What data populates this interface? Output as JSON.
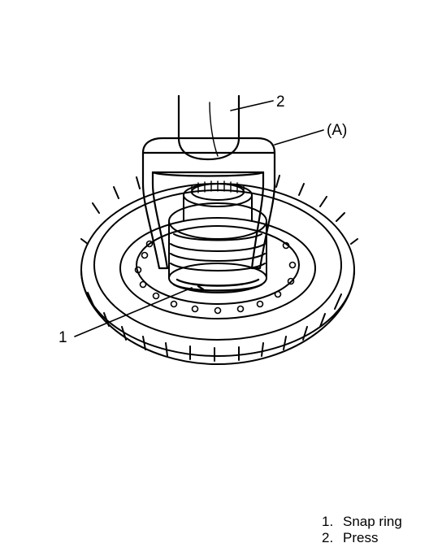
{
  "callouts": {
    "snap_ring": "1",
    "press": "2",
    "tool": "(A)"
  },
  "legend": [
    {
      "number": "1.",
      "label": "Snap ring"
    },
    {
      "number": "2.",
      "label": "Press"
    }
  ],
  "colors": {
    "line": "#000000",
    "background": "#ffffff"
  }
}
